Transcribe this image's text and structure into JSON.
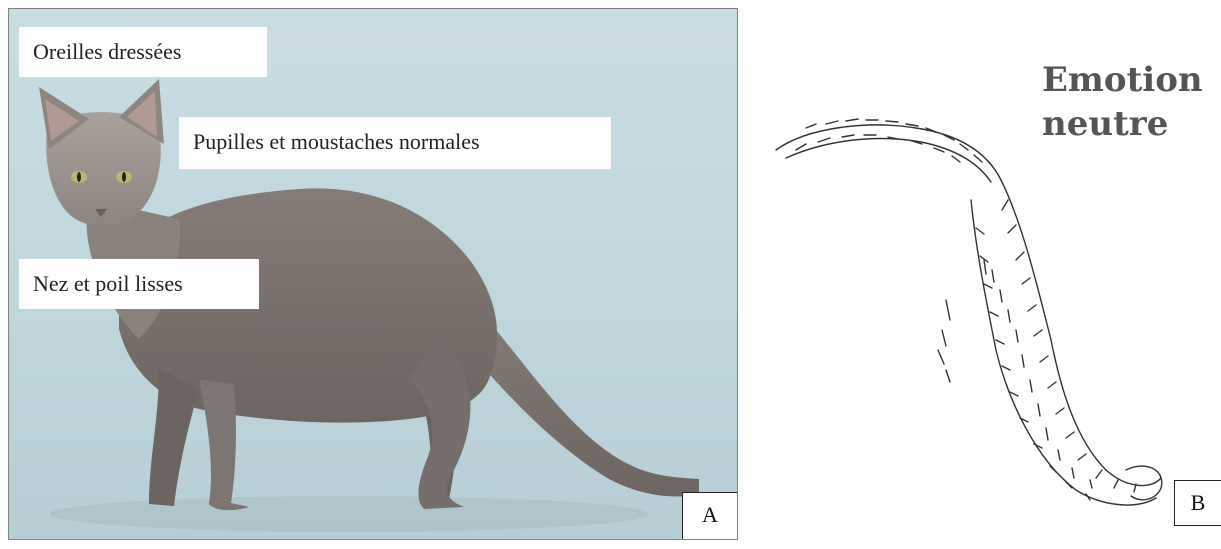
{
  "panel_a": {
    "labels": {
      "ears": "Oreilles dressées",
      "pupils": "Pupilles et moustaches normales",
      "nose": "Nez et poil lisses"
    },
    "panel_letter": "A"
  },
  "panel_b": {
    "title_line1": "Emotion",
    "title_line2": "neutre",
    "panel_letter": "B"
  },
  "colors": {
    "photo_background": "#c2d8de",
    "cat_fur": "#7a726e",
    "drawing_ink": "#333333",
    "title_text": "#555555"
  }
}
